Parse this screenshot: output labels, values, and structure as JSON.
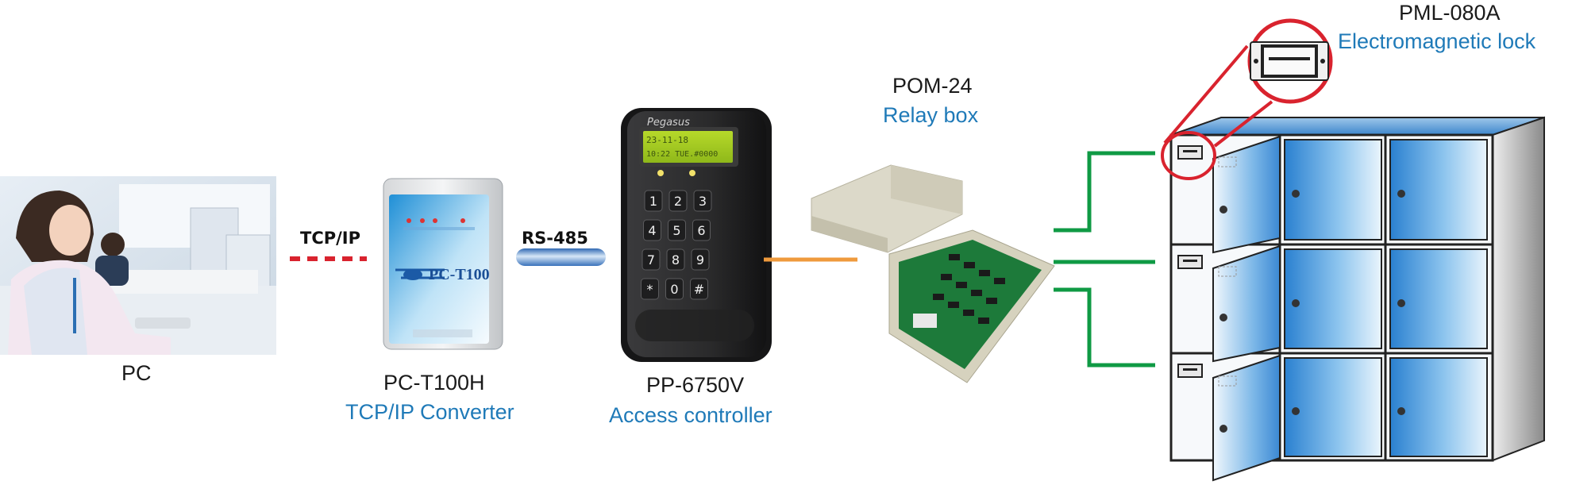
{
  "diagram": {
    "devices": {
      "pc": {
        "name": "PC"
      },
      "converter": {
        "name": "PC-T100H",
        "role": "TCP/IP Converter",
        "panel_text": "PC-T100"
      },
      "controller": {
        "name": "PP-6750V",
        "role": "Access controller",
        "brand": "Pegasus",
        "lcd_line1": "23-11-18",
        "lcd_line2": "10:22 TUE.#0000",
        "keys": [
          "1",
          "2",
          "3",
          "4",
          "5",
          "6",
          "7",
          "8",
          "9",
          "*",
          "0",
          "#"
        ]
      },
      "relay": {
        "name": "POM-24",
        "role": "Relay box"
      },
      "lock": {
        "name": "PML-080A",
        "role": "Electromagnetic lock"
      }
    },
    "links": [
      {
        "label": "TCP/IP",
        "color": "#d9232e",
        "style": "dashed"
      },
      {
        "label": "RS-485",
        "color": "#6f9fd3",
        "style": "tube"
      },
      {
        "label": "",
        "color": "#ef9a3c",
        "style": "solid"
      },
      {
        "label": "",
        "color": "#0f9a44",
        "style": "solid"
      }
    ],
    "colors": {
      "label_blue": "#1f7ab8",
      "locker_blue": "#2a80d0"
    }
  }
}
